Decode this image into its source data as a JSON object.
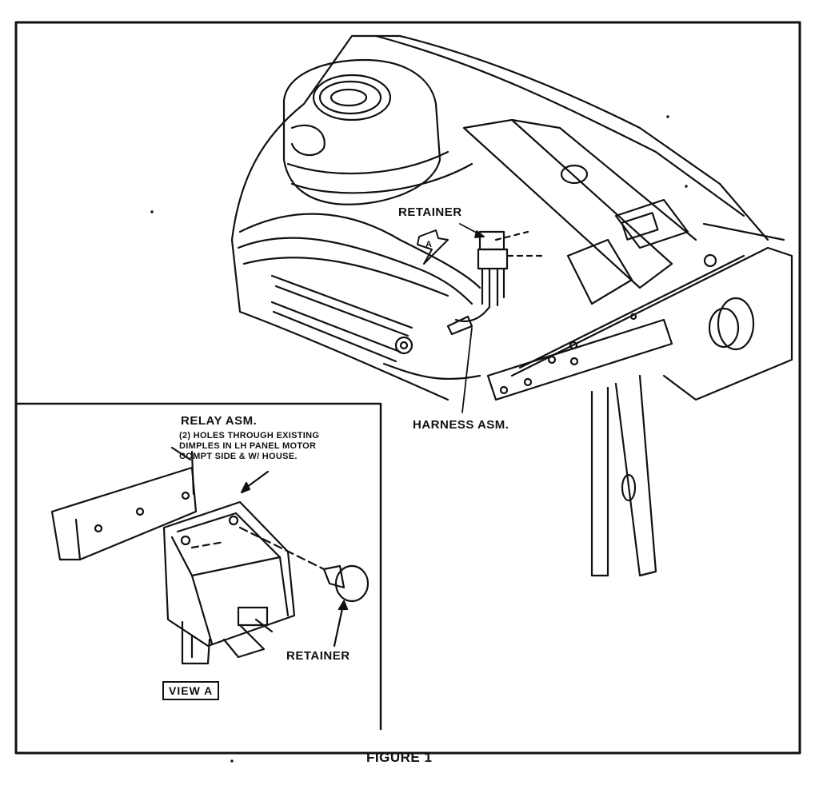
{
  "figure": {
    "caption": "FIGURE 1",
    "main_view": {
      "label_retainer": "RETAINER",
      "label_harness": "HARNESS ASM.",
      "callout_letter": "A"
    },
    "view_a": {
      "relay_title": "RELAY ASM.",
      "relay_note_lines": [
        "(2) HOLES THROUGH EXISTING",
        "DIMPLES IN LH PANEL MOTOR",
        "COMPT SIDE & W/ HOUSE."
      ],
      "label_retainer": "RETAINER",
      "view_label": "VIEW   A"
    }
  }
}
